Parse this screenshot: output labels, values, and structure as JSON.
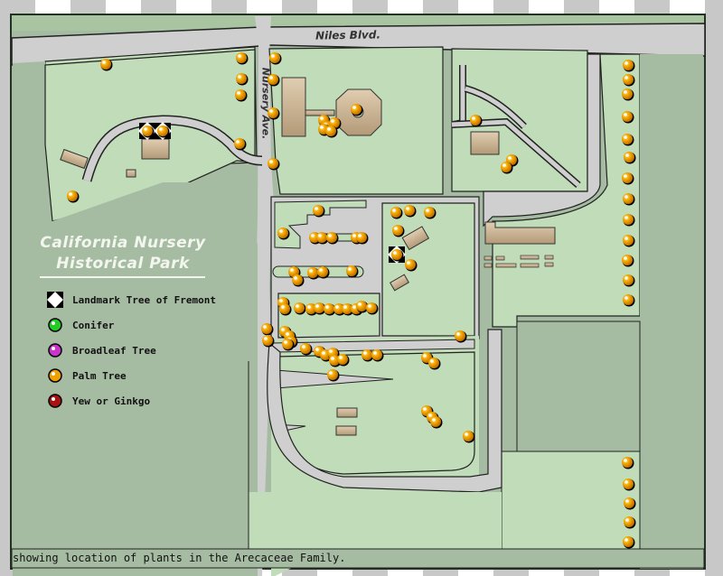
{
  "map": {
    "title_line1": "California Nursery",
    "title_line2": "Historical Park",
    "caption": "showing location of plants in the Arecaceae Family.",
    "roads": {
      "niles": "Niles Blvd.",
      "nursery": "Nursery Ave."
    },
    "colors": {
      "light_green": "#c0dcb8",
      "dark_green": "#a3b99f",
      "road": "#c8c8c8",
      "building": "#c9b496",
      "palm": "#f0a000",
      "conifer": "#22cc22",
      "broadleaf": "#cc33cc",
      "yew": "#aa1111",
      "landmark": "#ffffff"
    }
  },
  "legend": {
    "items": [
      {
        "label": "Landmark Tree of Fremont",
        "icon": "landmark-diamond"
      },
      {
        "label": "Conifer",
        "icon": "conifer-dot"
      },
      {
        "label": "Broadleaf Tree",
        "icon": "broadleaf-dot"
      },
      {
        "label": "Palm Tree",
        "icon": "palm-dot"
      },
      {
        "label": "Yew or Ginkgo",
        "icon": "yew-dot"
      }
    ]
  },
  "markers": {
    "landmarks": [
      [
        163,
        145
      ],
      [
        180,
        145
      ],
      [
        439,
        282
      ]
    ],
    "palms": [
      [
        117,
        71
      ],
      [
        267,
        64
      ],
      [
        267,
        87
      ],
      [
        266,
        105
      ],
      [
        265,
        159
      ],
      [
        304,
        64
      ],
      [
        302,
        88
      ],
      [
        302,
        125
      ],
      [
        302,
        181
      ],
      [
        80,
        217
      ],
      [
        394,
        121
      ],
      [
        358,
        133
      ],
      [
        362,
        140
      ],
      [
        370,
        136
      ],
      [
        358,
        143
      ],
      [
        366,
        145
      ],
      [
        526,
        133
      ],
      [
        566,
        177
      ],
      [
        560,
        185
      ],
      [
        695,
        72
      ],
      [
        695,
        88
      ],
      [
        694,
        104
      ],
      [
        694,
        129
      ],
      [
        694,
        154
      ],
      [
        696,
        174
      ],
      [
        694,
        197
      ],
      [
        695,
        220
      ],
      [
        695,
        243
      ],
      [
        695,
        266
      ],
      [
        694,
        288
      ],
      [
        695,
        310
      ],
      [
        695,
        332
      ],
      [
        694,
        512
      ],
      [
        695,
        536
      ],
      [
        696,
        557
      ],
      [
        696,
        578
      ],
      [
        695,
        600
      ],
      [
        352,
        233
      ],
      [
        313,
        258
      ],
      [
        348,
        263
      ],
      [
        356,
        263
      ],
      [
        367,
        263
      ],
      [
        394,
        263
      ],
      [
        400,
        263
      ],
      [
        438,
        235
      ],
      [
        453,
        233
      ],
      [
        475,
        235
      ],
      [
        440,
        255
      ],
      [
        325,
        301
      ],
      [
        329,
        310
      ],
      [
        346,
        302
      ],
      [
        357,
        301
      ],
      [
        389,
        300
      ],
      [
        454,
        293
      ],
      [
        313,
        335
      ],
      [
        315,
        342
      ],
      [
        331,
        341
      ],
      [
        344,
        342
      ],
      [
        353,
        341
      ],
      [
        364,
        342
      ],
      [
        375,
        342
      ],
      [
        384,
        342
      ],
      [
        394,
        342
      ],
      [
        400,
        339
      ],
      [
        411,
        341
      ],
      [
        295,
        364
      ],
      [
        296,
        377
      ],
      [
        315,
        367
      ],
      [
        320,
        372
      ],
      [
        322,
        378
      ],
      [
        318,
        381
      ],
      [
        509,
        372
      ],
      [
        338,
        386
      ],
      [
        353,
        389
      ],
      [
        360,
        393
      ],
      [
        368,
        391
      ],
      [
        370,
        399
      ],
      [
        379,
        398
      ],
      [
        406,
        393
      ],
      [
        417,
        393
      ],
      [
        472,
        396
      ],
      [
        480,
        402
      ],
      [
        368,
        415
      ],
      [
        472,
        455
      ],
      [
        478,
        462
      ],
      [
        482,
        467
      ],
      [
        518,
        483
      ]
    ]
  }
}
